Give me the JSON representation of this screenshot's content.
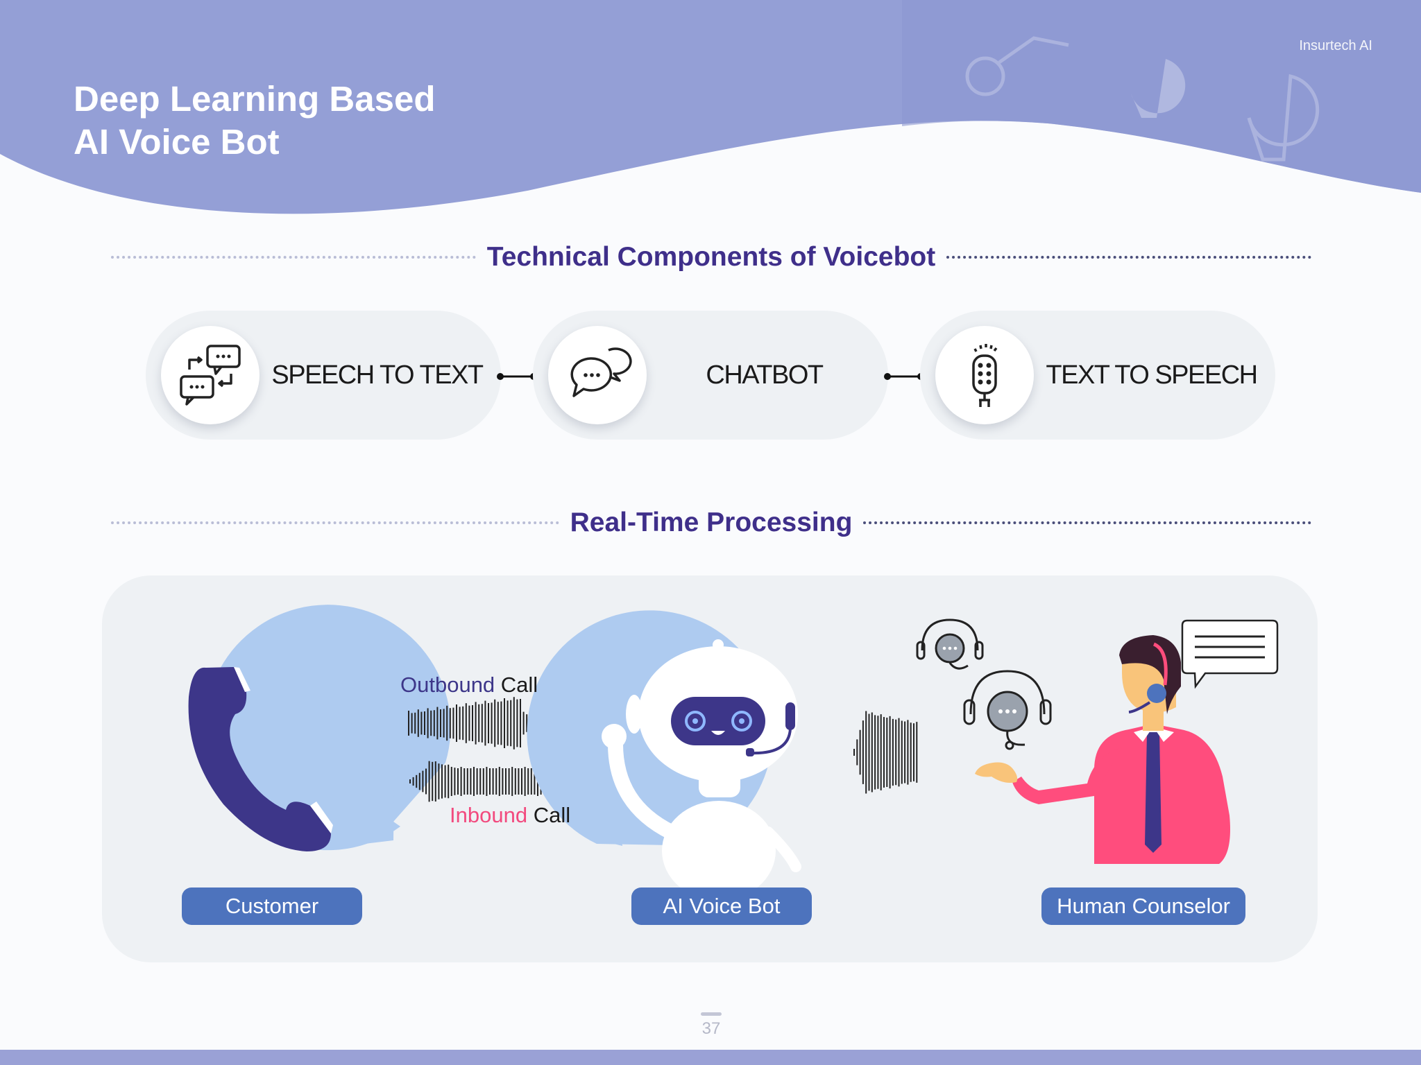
{
  "header": {
    "brand": "Insurtech AI",
    "title_line1": "Deep Learning Based",
    "title_line2": "AI Voice Bot"
  },
  "section1": {
    "heading": "Technical Components of Voicebot",
    "components": [
      {
        "label": "SPEECH TO TEXT",
        "icon": "speech-to-text-icon"
      },
      {
        "label": "CHATBOT",
        "icon": "chat-bubbles-icon"
      },
      {
        "label": "TEXT TO SPEECH",
        "icon": "microphone-icon"
      }
    ]
  },
  "section2": {
    "heading": "Real-Time Processing",
    "outbound_word": "Outbound",
    "inbound_word": "Inbound",
    "call_word": "Call",
    "actors": {
      "customer": "Customer",
      "bot": "AI Voice Bot",
      "counselor": "Human Counselor"
    }
  },
  "page_number": "37",
  "colors": {
    "header_wave": "#949fd6",
    "heading_purple": "#3f2f8a",
    "pill_blue": "#4d73bd",
    "inbound_pink": "#f24a7e",
    "counselor_shirt": "#ff4d7d"
  }
}
